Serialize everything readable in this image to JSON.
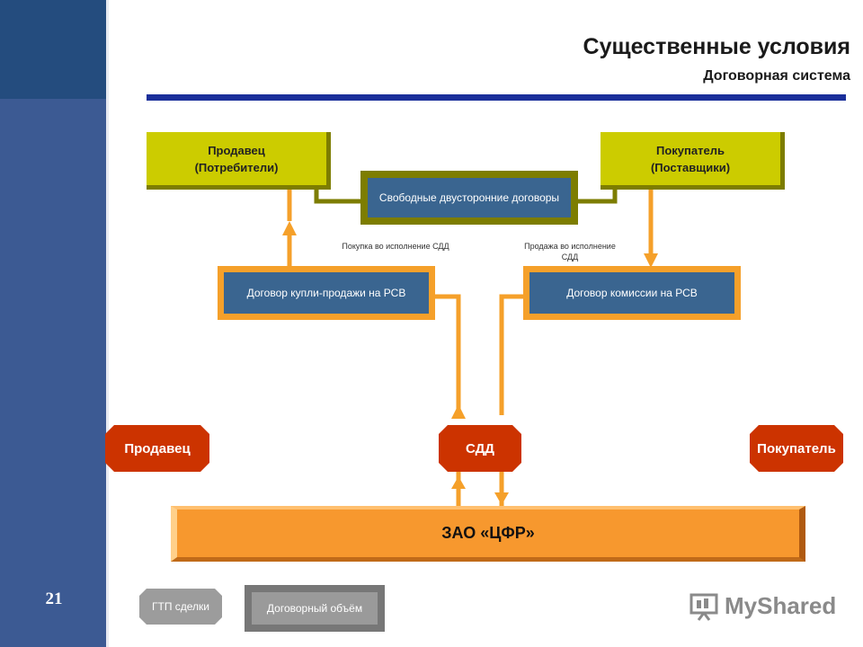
{
  "slide": {
    "number": "21",
    "title": "Существенные условия",
    "subtitle": "Договорная система"
  },
  "seller_box": {
    "line1": "Продавец",
    "line2": "(Потребители)"
  },
  "buyer_box": {
    "line1": "Покупатель",
    "line2": "(Поставщики)"
  },
  "free_contracts": "Свободные двусторонние договоры",
  "notes": {
    "purchase": "Покупка во исполнение СДД",
    "sale": "Продажа во исполнение СДД"
  },
  "contracts": {
    "purchase": "Договор купли-продажи на РСВ",
    "commission": "Договор комиссии на РСВ"
  },
  "tags": {
    "seller": "Продавец",
    "sdd": "СДД",
    "buyer": "Покупатель"
  },
  "center": "ЗАО «ЦФР»",
  "buttons": {
    "gtp": "ГТП сделки",
    "volume": "Договорный объём"
  },
  "logo": {
    "text": "MyShared"
  },
  "colors": {
    "sidebar": "#3c5a93",
    "rule": "#1a2f9a",
    "party": "#cccc00",
    "box": "#3a6590",
    "accent": "#f5a02a",
    "tag": "#cc3300",
    "center": "#f7982e"
  }
}
